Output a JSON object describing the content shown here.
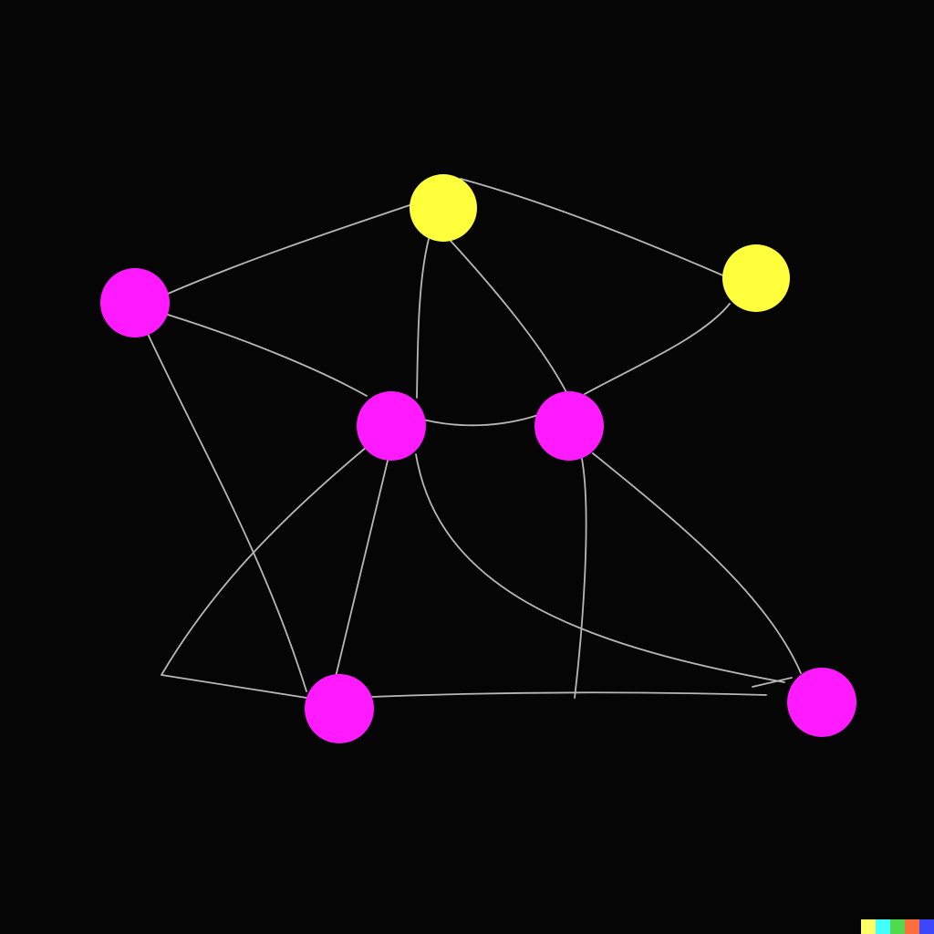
{
  "diagram": {
    "background": "#050505",
    "edge_color": "#b8b8b8",
    "colors": {
      "magenta": "#ff1aff",
      "yellow": "#ffff3c"
    },
    "nodes": [
      {
        "id": "top-center",
        "color": "yellow"
      },
      {
        "id": "top-right",
        "color": "yellow"
      },
      {
        "id": "left",
        "color": "magenta"
      },
      {
        "id": "center-left",
        "color": "magenta"
      },
      {
        "id": "center-right",
        "color": "magenta"
      },
      {
        "id": "bottom-left",
        "color": "magenta"
      },
      {
        "id": "bottom-right",
        "color": "magenta"
      }
    ],
    "edges": [
      {
        "from": "left",
        "to": "top-center"
      },
      {
        "from": "top-center",
        "to": "top-right"
      },
      {
        "from": "top-center",
        "to": "center-left"
      },
      {
        "from": "top-center",
        "to": "center-right"
      },
      {
        "from": "left",
        "to": "center-left"
      },
      {
        "from": "left",
        "to": "bottom-left"
      },
      {
        "from": "center-left",
        "to": "center-right"
      },
      {
        "from": "center-right",
        "to": "top-right"
      },
      {
        "from": "center-left",
        "to": "bottom-left"
      },
      {
        "from": "center-left",
        "to": "bottom-right"
      },
      {
        "from": "center-left",
        "to": "bottom-left",
        "via": "far-left"
      },
      {
        "from": "center-right",
        "to": "bottom-right"
      },
      {
        "from": "center-right",
        "to": "bottom-edge"
      },
      {
        "from": "bottom-left",
        "to": "bottom-right"
      }
    ]
  },
  "watermark": {
    "colors": [
      "#ffff66",
      "#42ffff",
      "#51da4c",
      "#ff6e3c",
      "#3c46ff"
    ]
  }
}
